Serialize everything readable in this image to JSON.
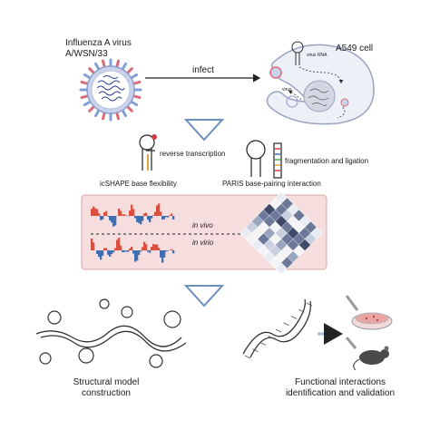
{
  "top": {
    "virus_label_line1": "Influenza A virus",
    "virus_label_line2": "A/WSN/33",
    "infect_label": "infect",
    "cell_label": "A549 cell",
    "virus_rna_label": "virus RNA",
    "virus_small_label": "virus"
  },
  "methods": {
    "icshape_step": "reverse transcription",
    "icshape_label": "icSHAPE base flexibility",
    "paris_step": "fragmentation and ligation",
    "paris_label": "PARIS base-pairing interaction"
  },
  "comparison": {
    "in_vivo": "in vivo",
    "in_virio": "in virio",
    "colors": {
      "panel_bg": "#f6dede",
      "positive": "#d9503f",
      "negative": "#3f6fb0"
    }
  },
  "bottom": {
    "structural_line1": "Structural model",
    "structural_line2": "construction",
    "functional_line1": "Functional  interactions",
    "functional_line2": "identification and validation"
  }
}
